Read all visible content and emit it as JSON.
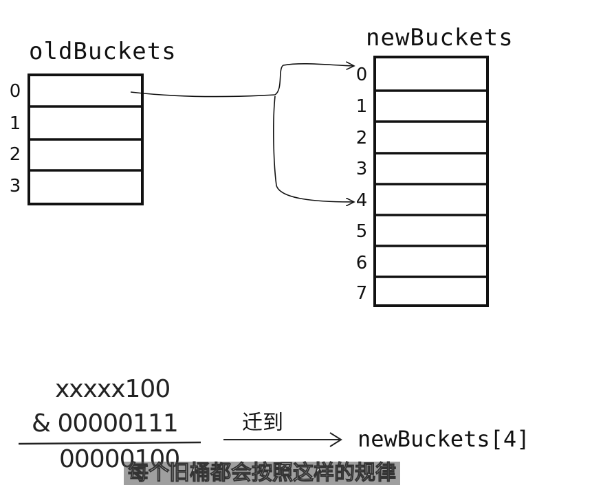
{
  "old_buckets": {
    "title": "oldBuckets",
    "indices": [
      "0",
      "1",
      "2",
      "3"
    ]
  },
  "new_buckets": {
    "title": "newBuckets",
    "indices": [
      "0",
      "1",
      "2",
      "3",
      "4",
      "5",
      "6",
      "7"
    ]
  },
  "formula": {
    "hash": "xxxxx100",
    "mask": "& 00000111",
    "result": "00000100"
  },
  "migrate": {
    "label": "迁到",
    "target": "newBuckets[4]"
  },
  "subtitle": "每个旧桶都会按照这样的规律"
}
